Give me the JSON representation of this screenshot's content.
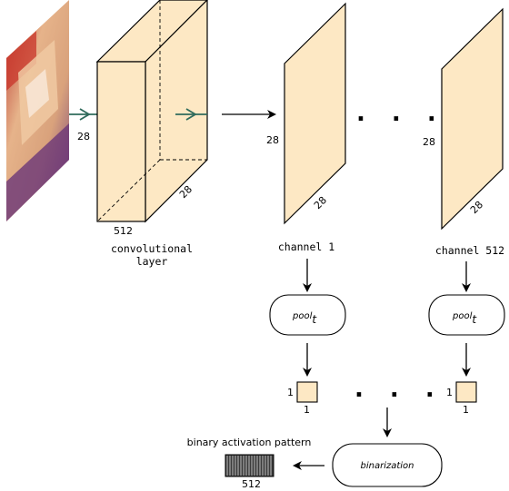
{
  "colors": {
    "feature_map_fill": "#fde8c4",
    "edge": "#000000",
    "input_arrow": "#2f6b5c",
    "image_warm": "#e8b48a",
    "image_red": "#c8342a",
    "image_purple": "#7a3a7c"
  },
  "input_image": {
    "description_icon": "cat-photo-image"
  },
  "conv_layer": {
    "label_line1": "convolutional",
    "label_line2": "layer",
    "height_label": "28",
    "width_label": "512",
    "depth_label": "28"
  },
  "channel_1": {
    "label": "channel 1",
    "height_label": "28",
    "depth_label": "28"
  },
  "channel_512": {
    "label": "channel 512",
    "height_label": "28",
    "depth_label": "28"
  },
  "ellipsis_top": ". . .",
  "ellipsis_bottom": ". . .",
  "pool_1": {
    "label_main": "pool",
    "label_sub": "t"
  },
  "pool_512": {
    "label_main": "pool",
    "label_sub": "t"
  },
  "cell_1": {
    "side_label": "1",
    "bottom_label": "1"
  },
  "cell_512": {
    "side_label": "1",
    "bottom_label": "1"
  },
  "binarization": {
    "label": "binarization"
  },
  "activation_pattern": {
    "title": "binary activation pattern",
    "size_label": "512"
  }
}
